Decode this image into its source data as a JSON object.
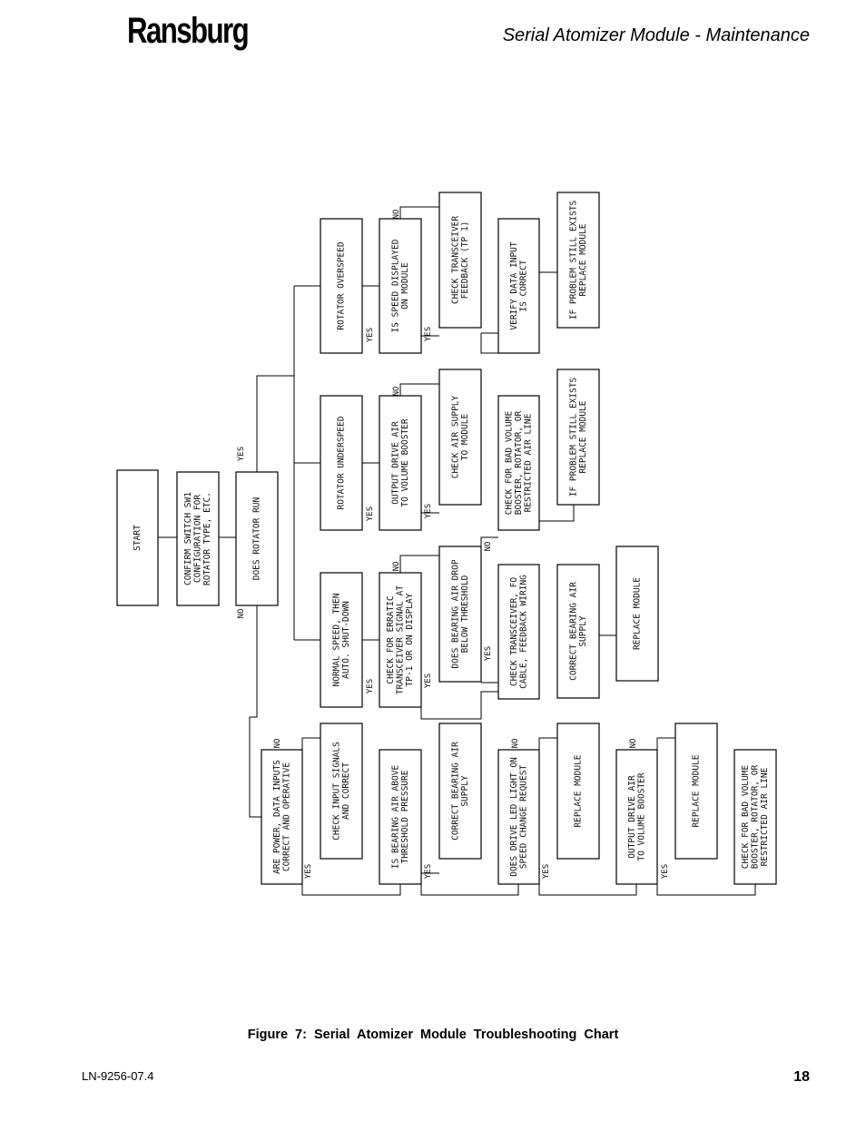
{
  "header": {
    "brand": "Ransburg",
    "section_title": "Serial Atomizer Module - Maintenance"
  },
  "flowchart": {
    "boxes": [
      {
        "id": "start",
        "lines": [
          "START"
        ]
      },
      {
        "id": "confirm",
        "lines": [
          "CONFIRM SWITCH SW1",
          "CONFIGURATION FOR",
          "ROTATOR TYPE, ETC."
        ]
      },
      {
        "id": "does_run",
        "lines": [
          "DOES ROTATOR RUN"
        ]
      },
      {
        "id": "overspeed",
        "lines": [
          "ROTATOR OVERSPEED"
        ]
      },
      {
        "id": "speed_disp",
        "lines": [
          "IS SPEED DISPLAYED",
          "ON MODULE"
        ]
      },
      {
        "id": "chk_trans_fb",
        "lines": [
          "CHECK TRANSCEIVER",
          "FEEDBACK (TP 1)"
        ]
      },
      {
        "id": "verify",
        "lines": [
          "VERIFY DATA INPUT",
          "IS CORRECT"
        ]
      },
      {
        "id": "prob1",
        "lines": [
          "IF PROBLEM STILL EXISTS",
          "REPLACE MODULE"
        ]
      },
      {
        "id": "underspeed",
        "lines": [
          "ROTATOR UNDERSPEED"
        ]
      },
      {
        "id": "drive_air1",
        "lines": [
          "OUTPUT DRIVE AIR",
          "TO VOLUME BOOSTER"
        ]
      },
      {
        "id": "chk_air_sup",
        "lines": [
          "CHECK AIR SUPPLY",
          "TO MODULE"
        ]
      },
      {
        "id": "chk_bad_vol1",
        "lines": [
          "CHECK FOR BAD VOLUME",
          "BOOSTER, ROTATOR, OR",
          "RESTRICTED AIR LINE"
        ]
      },
      {
        "id": "prob2",
        "lines": [
          "IF PROBLEM STILL EXISTS",
          "REPLACE MODULE"
        ]
      },
      {
        "id": "normal",
        "lines": [
          "NORMAL SPEED, THEN",
          "AUTO. SHUT-DOWN"
        ]
      },
      {
        "id": "erratic",
        "lines": [
          "CHECK FOR ERRATIC",
          "TRANSCEIVER SIGNAL AT",
          "TP-1 OR ON DISPLAY"
        ]
      },
      {
        "id": "bearing_drop",
        "lines": [
          "DOES BEARING AIR DROP",
          "BELOW THRESHOLD"
        ]
      },
      {
        "id": "chk_trans_cable",
        "lines": [
          "CHECK TRANSCEIVER, FO",
          "CABLE, FEEDBACK WIRING"
        ]
      },
      {
        "id": "corr_bear1",
        "lines": [
          "CORRECT BEARING AIR",
          "SUPPLY"
        ]
      },
      {
        "id": "replace1",
        "lines": [
          "REPLACE MODULE"
        ]
      },
      {
        "id": "power",
        "lines": [
          "ARE POWER, DATA INPUTS",
          "CORRECT AND OPERATIVE"
        ]
      },
      {
        "id": "chk_input",
        "lines": [
          "CHECK INPUT SIGNALS",
          "AND CORRECT"
        ]
      },
      {
        "id": "bearing_above",
        "lines": [
          "IS BEARING AIR ABOVE",
          "THRESHOLD PRESSURE"
        ]
      },
      {
        "id": "corr_bear2",
        "lines": [
          "CORRECT BEARING AIR",
          "SUPPLY"
        ]
      },
      {
        "id": "led",
        "lines": [
          "DOES DRIVE LED LIGHT ON",
          "SPEED CHANGE REQUEST"
        ]
      },
      {
        "id": "replace2",
        "lines": [
          "REPLACE MODULE"
        ]
      },
      {
        "id": "drive_air2",
        "lines": [
          "OUTPUT DRIVE AIR",
          "TO VOLUME BOOSTER"
        ]
      },
      {
        "id": "replace3",
        "lines": [
          "REPLACE MODULE"
        ]
      },
      {
        "id": "chk_bad_vol2",
        "lines": [
          "CHECK FOR BAD VOLUME",
          "BOOSTER, ROTATOR, OR",
          "RESTRICTED AIR LINE"
        ]
      }
    ],
    "yes_label": "YES",
    "no_label": "NO"
  },
  "caption": "Figure 7:  Serial Atomizer Module Troubleshooting Chart",
  "footer": {
    "doc_number": "LN-9256-07.4",
    "page_number": "18"
  }
}
